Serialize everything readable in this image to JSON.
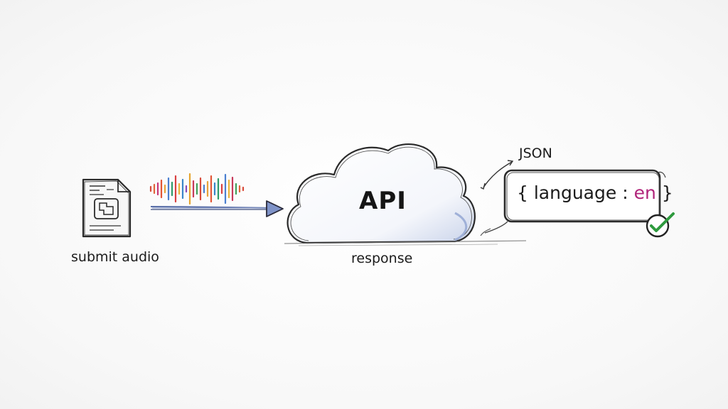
{
  "submit_label": "submit audio",
  "api_label": "API",
  "response_label": "response",
  "json_label": "JSON",
  "json_object": {
    "open_brace": "{",
    "key": "language",
    "separator": ":",
    "value": "en",
    "close_brace": "}"
  },
  "colors": {
    "ink": "#1b1b1b",
    "value_magenta": "#b0247a",
    "check_green": "#2e9a3e",
    "arrow_blue": "#5a6fa8",
    "cloud_shade": "#b9c6e0"
  },
  "icons": {
    "document": "audio-file-icon",
    "waveform": "audio-waveform",
    "check": "check-circle-icon"
  }
}
